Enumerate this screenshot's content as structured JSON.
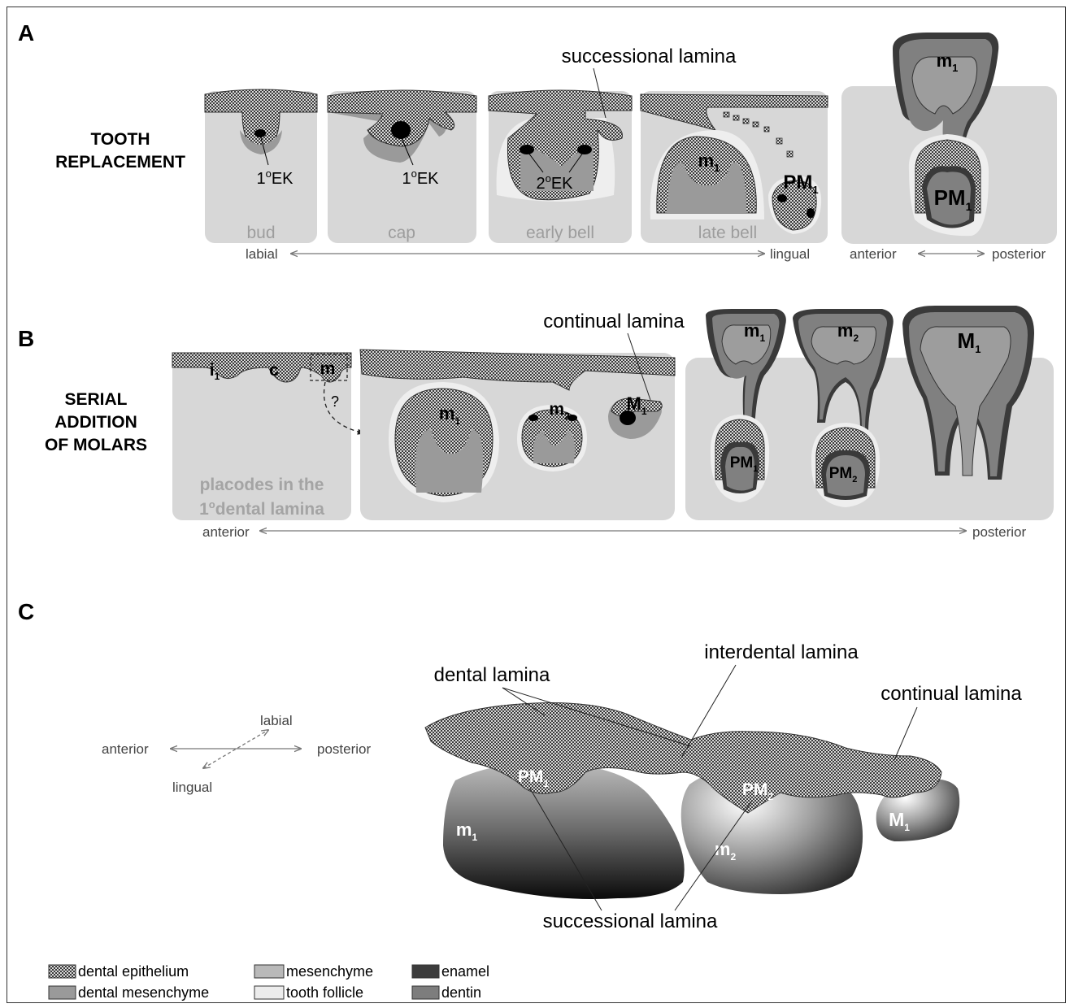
{
  "panels": {
    "a": {
      "letter": "A",
      "title_line1": "TOOTH",
      "title_line2": "REPLACEMENT",
      "stages": [
        "bud",
        "cap",
        "early bell",
        "late bell"
      ],
      "ek1_a": "1",
      "ek1_b": "1",
      "ek2": "2",
      "ek_suffix_o": "o",
      "ek_text": "EK",
      "successional_lamina": "successional lamina",
      "m1": "m",
      "pm1": "PM",
      "sub1": "1",
      "axis_left": "labial",
      "axis_right": "lingual",
      "axis2_left": "anterior",
      "axis2_right": "posterior"
    },
    "b": {
      "letter": "B",
      "title_line1": "SERIAL",
      "title_line2": "ADDITION",
      "title_line3": "OF MOLARS",
      "i1": "i",
      "c": "c",
      "m": "m",
      "question": "?",
      "continual_lamina": "continual lamina",
      "placodes_line1": "placodes in the",
      "placodes_line2_num": "1",
      "placodes_line2_text": "dental lamina",
      "m_label": "m",
      "M_label": "M",
      "PM_label": "PM",
      "sub1": "1",
      "sub2": "2",
      "axis_left": "anterior",
      "axis_right": "posterior"
    },
    "c": {
      "letter": "C",
      "interdental_lamina": "interdental lamina",
      "dental_lamina": "dental lamina",
      "continual_lamina": "continual lamina",
      "successional_lamina": "successional lamina",
      "compass_anterior": "anterior",
      "compass_posterior": "posterior",
      "compass_labial": "labial",
      "compass_lingual": "lingual",
      "PM": "PM",
      "M": "M",
      "m": "m",
      "sub1": "1",
      "sub2": "2"
    }
  },
  "legend": [
    {
      "label": "dental epithelium",
      "swatch": "dotted"
    },
    {
      "label": "dental mesenchyme",
      "swatch": "#9a9a9a"
    },
    {
      "label": "mesenchyme",
      "swatch": "#b9b9b9"
    },
    {
      "label": "tooth follicle",
      "swatch": "#ececec"
    },
    {
      "label": "enamel",
      "swatch": "#3c3c3c"
    },
    {
      "label": "dentin",
      "swatch": "#7d7d7d"
    }
  ],
  "colors": {
    "mesenchyme_bg": "#d7d7d7",
    "dental_mesenchyme": "#9a9a9a",
    "follicle": "#eeeeee",
    "enamel": "#3a3a3a",
    "dentin": "#808080",
    "pulp": "#9d9d9d",
    "stage_label": "#9d9d9d",
    "arrow": "#777777"
  }
}
